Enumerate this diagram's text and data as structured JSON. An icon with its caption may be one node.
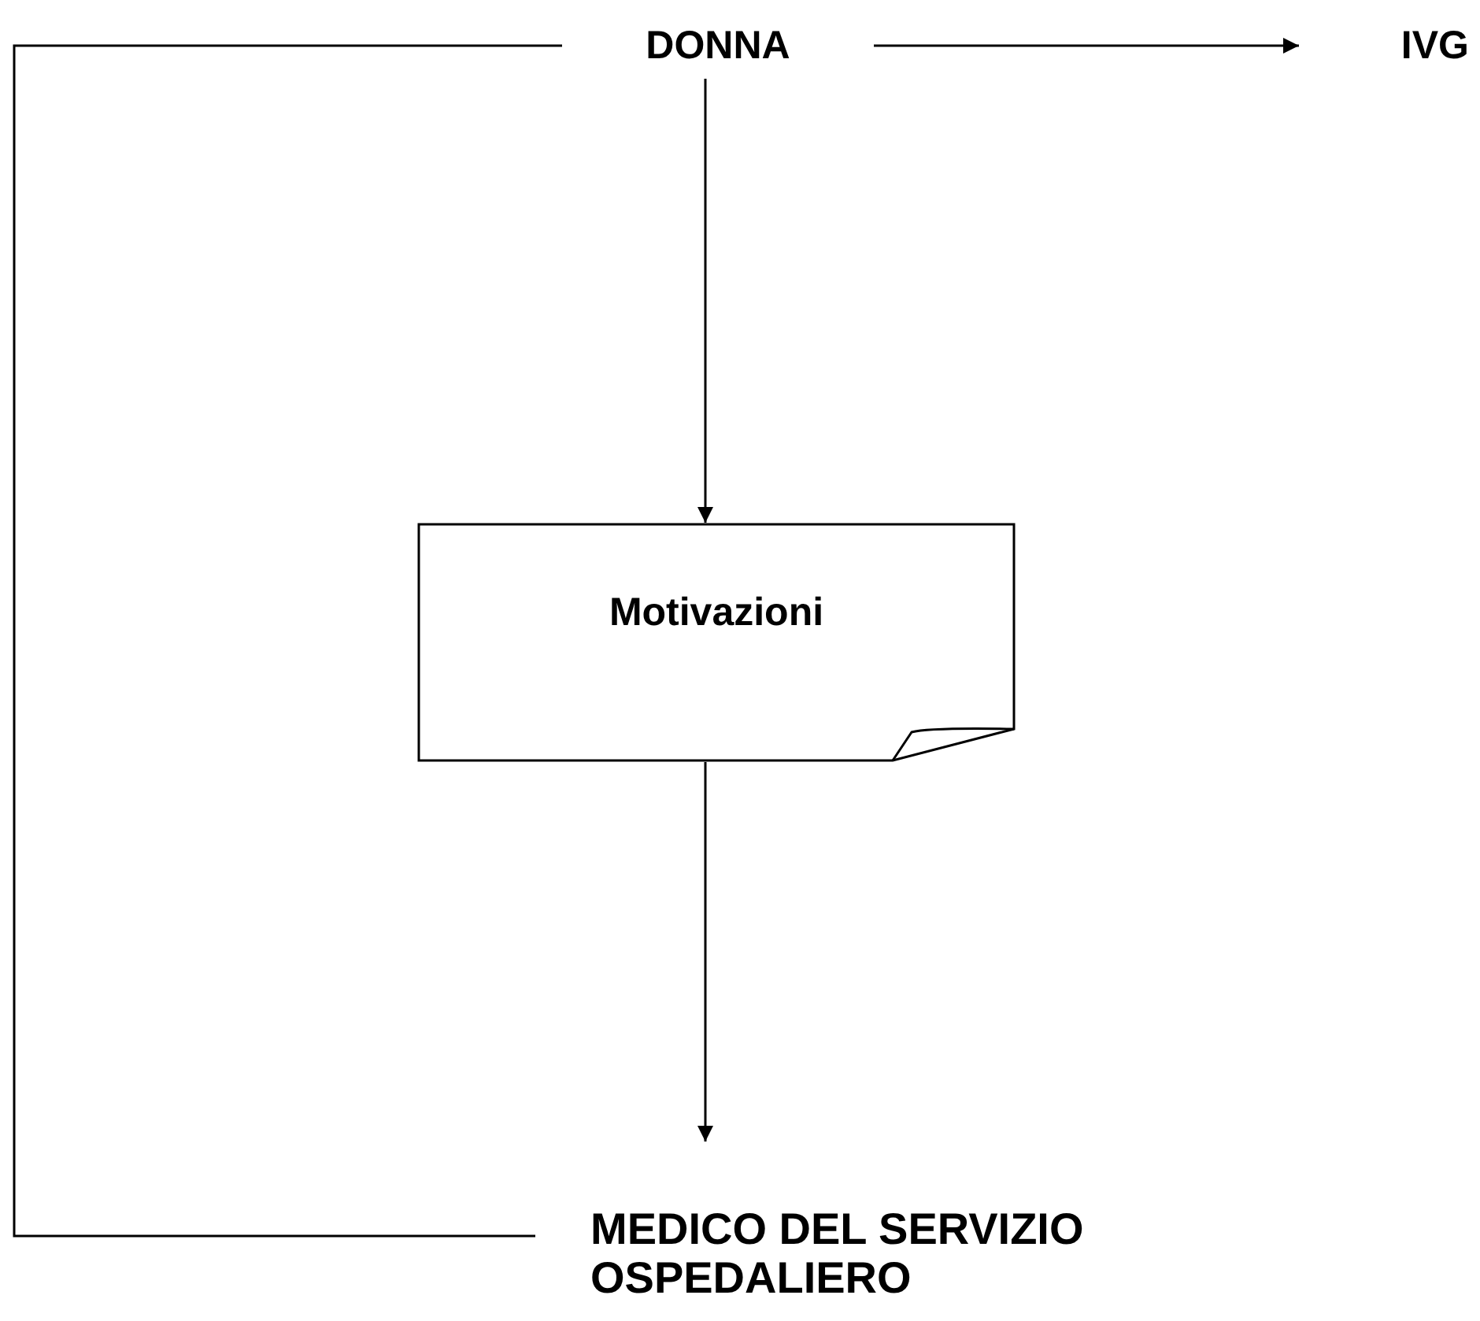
{
  "diagram": {
    "nodes": [
      {
        "text": [
          "DONNA"
        ]
      },
      {
        "text": [
          "IVG"
        ]
      },
      {
        "text": [
          "Motivazioni"
        ]
      },
      {
        "text": [
          "MEDICO DEL SERVIZIO OSPEDALIERO"
        ]
      }
    ],
    "edges": [
      {
        "from": 0,
        "to": 1,
        "arrow": "to"
      },
      {
        "from": 0,
        "to": 2,
        "arrow": "to"
      },
      {
        "from": 2,
        "to": 3,
        "arrow": "to"
      },
      {
        "from": 0,
        "to": 3,
        "arrow": "none"
      }
    ]
  }
}
